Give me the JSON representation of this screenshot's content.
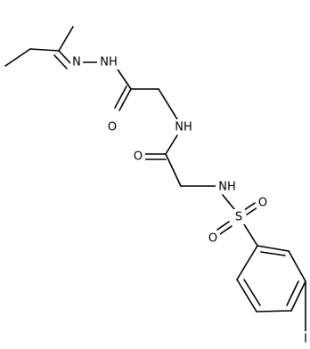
{
  "molecule": {
    "atoms": {
      "NH_hydrazide": "NH",
      "N_imine": "N",
      "O_hydrazide": "O",
      "NH_amide": "NH",
      "O_amide": "O",
      "NH_sulfonamide": "NH",
      "S": "S",
      "O_sulfonyl_left": "O",
      "O_sulfonyl_right": "O",
      "I": "I"
    }
  }
}
